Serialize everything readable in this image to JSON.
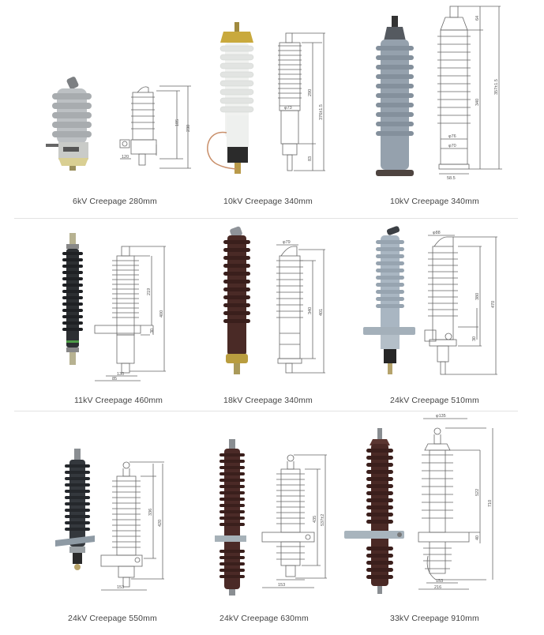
{
  "catalog": {
    "rows": [
      {
        "items": [
          {
            "caption": "6kV Creepage 280mm",
            "voltage": "6kV",
            "creepage": "280mm",
            "photo_color": "#b9bcbf",
            "dims": {
              "height": "230",
              "sheds": "185",
              "width": "120"
            }
          },
          {
            "caption": "10kV Creepage 340mm",
            "voltage": "10kV",
            "creepage": "340mm",
            "photo_color": "#eef0ee",
            "dims": {
              "total": "376±1.5",
              "sheds": "290",
              "dia": "φ73",
              "base": "83"
            }
          },
          {
            "caption": "10kV Creepage 340mm",
            "voltage": "10kV",
            "creepage": "340mm",
            "photo_color": "#8e9aa6",
            "dims": {
              "top": "64",
              "sheds": "340",
              "total": "357±1.5",
              "dia1": "φ76",
              "dia2": "φ70",
              "base": "58.5"
            }
          }
        ]
      },
      {
        "items": [
          {
            "caption": "11kV Creepage 460mm",
            "voltage": "11kV",
            "creepage": "460mm",
            "photo_color": "#2a2d30",
            "dims": {
              "sheds": "219",
              "total": "400",
              "bracket": "30",
              "width1": "130",
              "width2": "85"
            }
          },
          {
            "caption": "18kV Creepage 340mm",
            "voltage": "18kV",
            "creepage": "340mm",
            "photo_color": "#4a2a26",
            "dims": {
              "dia": "φ79",
              "sheds": "340",
              "total": "401"
            }
          },
          {
            "caption": "24kV Creepage 510mm",
            "voltage": "24kV",
            "creepage": "510mm",
            "photo_color": "#a9b6c2",
            "dims": {
              "dia": "φ88",
              "sheds": "380",
              "total": "470",
              "bracket": "30"
            }
          }
        ]
      },
      {
        "items": [
          {
            "caption": "24kV Creepage 550mm",
            "voltage": "24kV",
            "creepage": "550mm",
            "photo_color": "#33373c",
            "dims": {
              "sheds": "336",
              "total": "420",
              "width": "153"
            }
          },
          {
            "caption": "24kV Creepage 630mm",
            "voltage": "24kV",
            "creepage": "630mm",
            "photo_color": "#4b2a27",
            "dims": {
              "sheds": "435",
              "total": "537±2",
              "width": "153"
            }
          },
          {
            "caption": "33kV Creepage 910mm",
            "voltage": "33kV",
            "creepage": "910mm",
            "photo_color": "#4a2925",
            "dims": {
              "dia": "φ135",
              "sheds": "522",
              "total": "710",
              "bracket": "40",
              "width1": "153",
              "width2": "216"
            }
          }
        ]
      }
    ]
  },
  "colors": {
    "divider": "#e3e3e3",
    "caption": "#444444",
    "drawing_line": "#555555"
  }
}
